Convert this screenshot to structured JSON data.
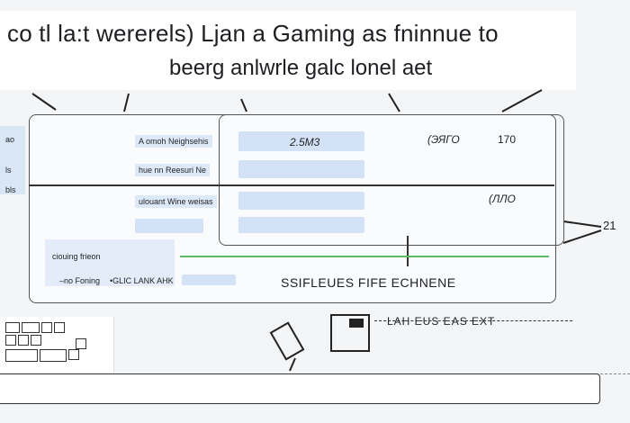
{
  "header": {
    "line1": "co tl   la:t wererels) Ljan a Gaming as fninnue to",
    "line2": "beerg anlwrle galc lonel aet"
  },
  "left_tab": {
    "items": [
      "ao",
      "ls",
      "bls"
    ]
  },
  "form": {
    "rows": [
      {
        "label": "A omoh Neighsehis",
        "value": "2.5M3"
      },
      {
        "label": "hue nn Reesuri Ne",
        "value": ""
      },
      {
        "label": "ulouant Wine weisas",
        "value": ""
      },
      {
        "label": "",
        "value": ""
      }
    ],
    "col_value_right_1": "(ЭЯГО",
    "col_value_right_2": "170",
    "col_value_right_3": "(ЛЛО"
  },
  "lower_section": {
    "label_1": "ciouing frieon",
    "label_2": "–no Foning",
    "label_3": "•GLIC LANK AHK",
    "long_text": "SSIFLEUES FIFE ECHNENE"
  },
  "side": {
    "value": "21"
  },
  "bottom": {
    "caption": "LAH EUS EAS EXT"
  },
  "colors": {
    "accent_blue": "#d3e2f6",
    "accent_green": "#5bbd6a",
    "line": "#333333"
  }
}
